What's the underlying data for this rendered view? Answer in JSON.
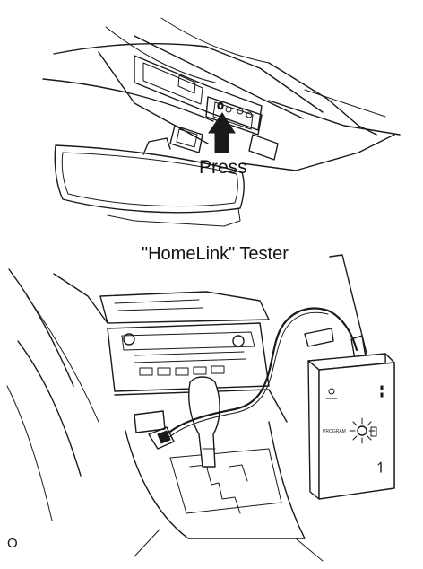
{
  "labels": {
    "press": "Press",
    "tester": "\"HomeLink\" Tester",
    "corner": "O",
    "tester_program_marking": "PROGRAM"
  },
  "icons": [
    "arrow-up-icon",
    "led-burst-icon"
  ]
}
